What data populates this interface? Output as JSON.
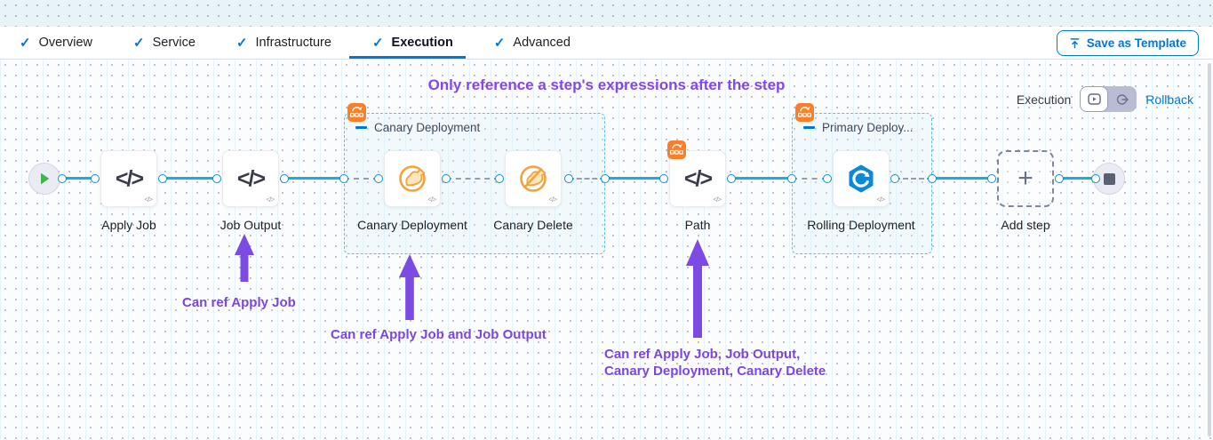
{
  "tabs": {
    "items": [
      {
        "label": "Overview"
      },
      {
        "label": "Service"
      },
      {
        "label": "Infrastructure"
      },
      {
        "label": "Execution"
      },
      {
        "label": "Advanced"
      }
    ],
    "active": "Execution",
    "save_as_template_label": "Save as Template"
  },
  "canvas": {
    "annotation_title": "Only reference a step's expressions after the step",
    "mode": {
      "label": "Execution",
      "rollback_label": "Rollback"
    },
    "steps": [
      {
        "label": "Apply Job",
        "icon": "code-icon"
      },
      {
        "label": "Job Output",
        "icon": "code-icon"
      },
      {
        "label": "Canary Deployment",
        "icon": "canary-icon"
      },
      {
        "label": "Canary Delete",
        "icon": "canary-delete-icon"
      },
      {
        "label": "Path",
        "icon": "code-icon"
      },
      {
        "label": "Rolling Deployment",
        "icon": "rolling-deployment-icon"
      }
    ],
    "groups": [
      {
        "label": "Canary Deployment"
      },
      {
        "label": "Primary Deploy..."
      }
    ],
    "add_step_label": "Add step",
    "annotations": [
      {
        "text": "Can ref Apply Job"
      },
      {
        "text": "Can ref Apply Job and Job Output"
      },
      {
        "text": "Can ref Apply Job, Job Output,\nCanary Deployment, Canary Delete"
      }
    ]
  },
  "colors": {
    "accent_blue": "#0278d5",
    "edge_cyan": "#16ade4",
    "purple_annotation": "#7b46e2",
    "badge_orange": "#fd7e28",
    "canary_orange": "#f2a33c",
    "rolling_blue": "#0a89d6"
  }
}
